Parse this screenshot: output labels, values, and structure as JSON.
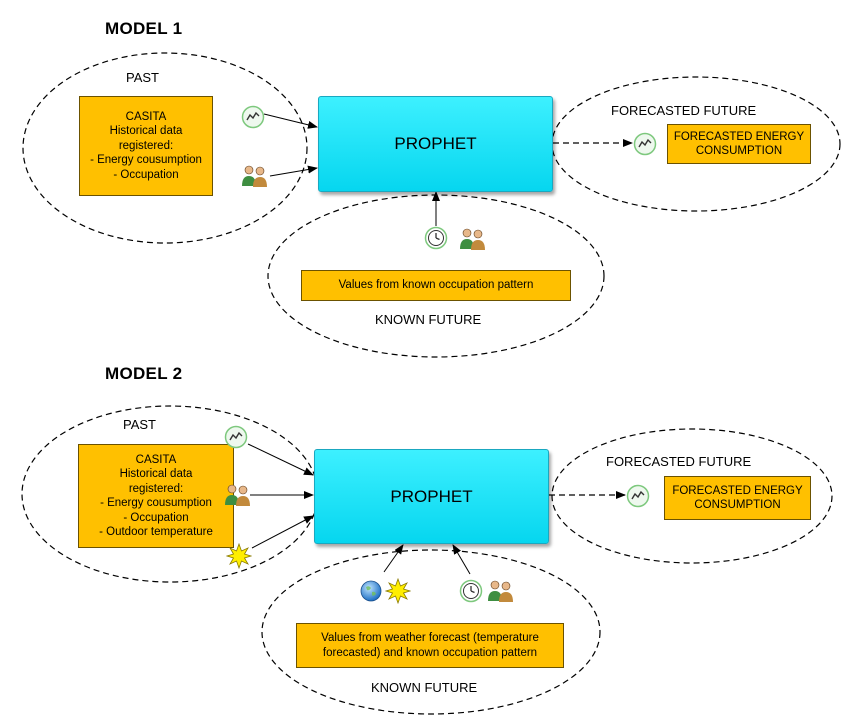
{
  "model1": {
    "title": "MODEL 1",
    "past_label": "PAST",
    "source_box": [
      "CASITA",
      "Historical data",
      "registered:",
      "- Energy cousumption",
      "- Occupation"
    ],
    "prophet": "PROPHET",
    "forecast_label": "FORECASTED FUTURE",
    "forecast_box": [
      "FORECASTED ENERGY",
      "CONSUMPTION"
    ],
    "known_box": "Values from known occupation pattern",
    "known_label": "KNOWN FUTURE"
  },
  "model2": {
    "title": "MODEL 2",
    "past_label": "PAST",
    "source_box": [
      "CASITA",
      "Historical data",
      "registered:",
      "- Energy cousumption",
      "- Occupation",
      "- Outdoor temperature"
    ],
    "prophet": "PROPHET",
    "forecast_label": "FORECASTED FUTURE",
    "forecast_box": [
      "FORECASTED ENERGY",
      "CONSUMPTION"
    ],
    "known_box": [
      "Values from weather forecast (temperature",
      "forecasted) and known occupation pattern"
    ],
    "known_label": "KNOWN FUTURE"
  },
  "icons": {
    "energy": "chart-line-icon",
    "occupation": "people-icon",
    "temperature": "sun-icon",
    "calendar": "clock-icon",
    "weather": "globe-icon"
  },
  "colors": {
    "box_fill": "#ffc000",
    "prophet_fill": "#18e4f8",
    "icon_ring": "#7dc87d"
  }
}
